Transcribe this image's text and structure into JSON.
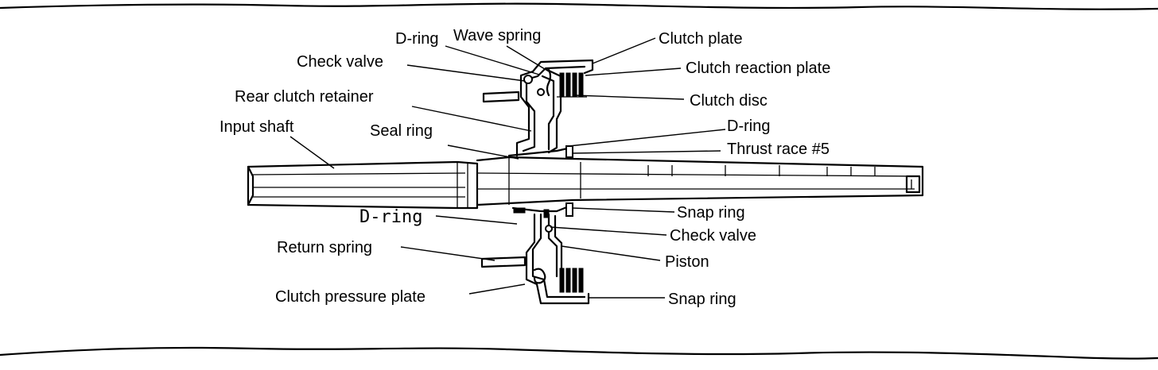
{
  "labels": {
    "d_ring_top": "D-ring",
    "wave_spring": "Wave spring",
    "clutch_plate": "Clutch plate",
    "check_valve_top": "Check valve",
    "clutch_reaction_plate": "Clutch reaction plate",
    "rear_clutch_retainer": "Rear clutch retainer",
    "clutch_disc": "Clutch disc",
    "input_shaft": "Input shaft",
    "seal_ring": "Seal ring",
    "d_ring_right": "D-ring",
    "thrust_race": "Thrust race #5",
    "d_ring_handwritten": "D-ring",
    "snap_ring_mid": "Snap ring",
    "check_valve_bottom": "Check valve",
    "return_spring": "Return spring",
    "piston": "Piston",
    "clutch_pressure_plate": "Clutch pressure plate",
    "snap_ring_bottom": "Snap ring"
  },
  "colors": {
    "ink": "#000000",
    "paper": "#ffffff"
  }
}
